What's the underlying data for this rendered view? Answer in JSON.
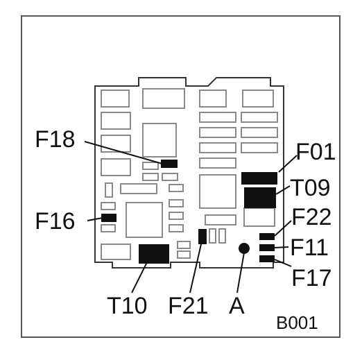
{
  "diagram": {
    "labels": {
      "f18": "F18",
      "f01": "F01",
      "t09": "T09",
      "f16": "F16",
      "f22": "F22",
      "f11": "F11",
      "f17": "F17",
      "t10": "T10",
      "f21": "F21",
      "a": "A"
    },
    "reference_code": "B001"
  }
}
